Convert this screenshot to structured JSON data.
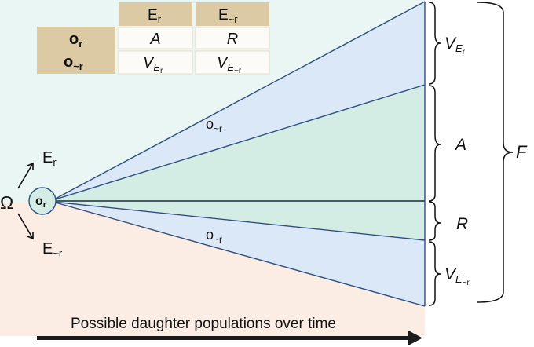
{
  "colors": {
    "upper_band_bg": "#eaf6f3",
    "lower_band_bg": "#fbece4",
    "blue_region": "#dbe8f8",
    "green_region": "#d3ece4",
    "line_color": "#2f4f7f",
    "table_header_tan": "#dccaa4",
    "table_cell_bg": "#fdfbf7",
    "table_cell_border": "#e6dcc6",
    "arrow_dark": "#1b1b1b"
  },
  "icons": [
    "arrow-up-right-icon",
    "arrow-down-right-icon",
    "time-arrow-icon"
  ],
  "table": {
    "col_headers": {
      "er": {
        "main": "E",
        "sub": "r"
      },
      "enr": {
        "main": "E",
        "sub": "~r"
      }
    },
    "row_headers": {
      "or": {
        "main": "o",
        "sub": "r"
      },
      "onr": {
        "main": "o",
        "sub": "~r"
      }
    },
    "cells": {
      "a": "A",
      "r": "R",
      "v_er": {
        "main": "V",
        "sub_main": "E",
        "sub_sub": "r"
      },
      "v_enr": {
        "main": "V",
        "sub_main": "E",
        "sub_sub": "~r"
      }
    }
  },
  "left": {
    "omega": "Ω",
    "branch_top": {
      "main": "E",
      "sub": "r"
    },
    "branch_bottom": {
      "main": "E",
      "sub": "~r"
    },
    "node": {
      "main": "o",
      "sub": "r"
    }
  },
  "fan": {
    "upper_label": {
      "main": "o",
      "sub": "~r"
    },
    "lower_label": {
      "main": "o",
      "sub": "~r"
    }
  },
  "braces": {
    "v_er": {
      "main": "V",
      "sub_main": "E",
      "sub_sub": "r"
    },
    "a": "A",
    "r": "R",
    "v_enr": {
      "main": "V",
      "sub_main": "E",
      "sub_sub": "~r"
    },
    "f": "F"
  },
  "axis": {
    "label": "Possible daughter populations over time"
  }
}
